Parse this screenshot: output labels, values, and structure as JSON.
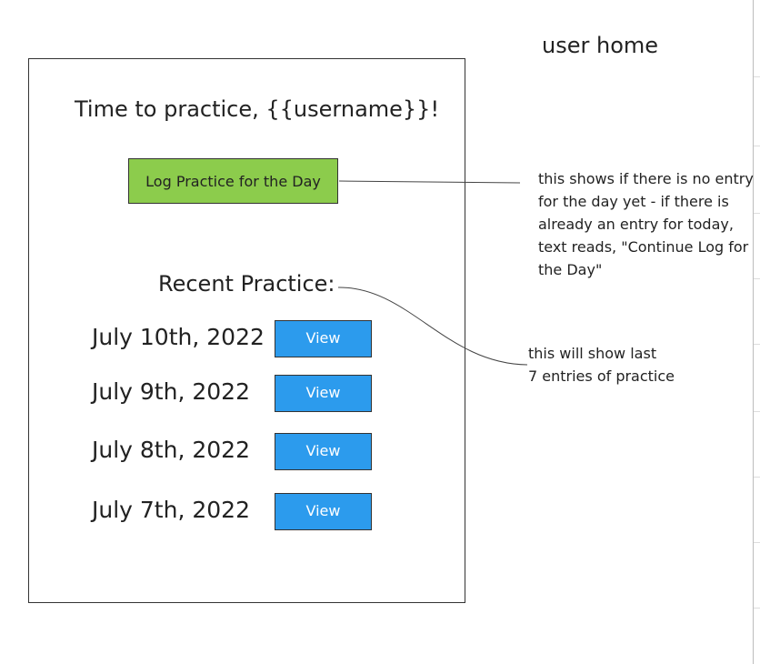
{
  "page_title": "user home",
  "mockup": {
    "greeting": "Time to practice, {{username}}!",
    "log_button_label": "Log Practice for the Day",
    "recent_heading": "Recent Practice:",
    "entries": [
      {
        "date": "July 10th, 2022",
        "button": "View"
      },
      {
        "date": "July 9th, 2022",
        "button": "View"
      },
      {
        "date": "July 8th, 2022",
        "button": "View"
      },
      {
        "date": "July 7th, 2022",
        "button": "View"
      }
    ]
  },
  "annotations": {
    "log_button_note": "this shows if there is no entry for the day yet - if there is already an entry for today, text reads, \"Continue Log for the Day\"",
    "recent_note_line1": "this will show last",
    "recent_note_line2": "7 entries of practice"
  },
  "colors": {
    "log_button": "#8ccc4c",
    "view_button": "#2c9bed",
    "frame_border": "#333333"
  }
}
